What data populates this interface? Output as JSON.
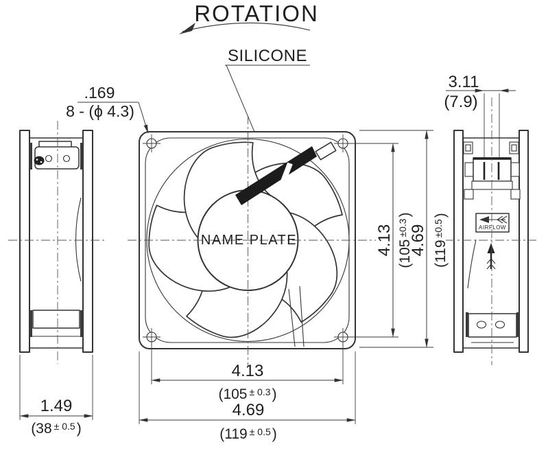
{
  "annotations": {
    "rotation_label": "ROTATION",
    "silicone_label": "SILICONE"
  },
  "front_view": {
    "name_plate": "NAME PLATE"
  },
  "right_view": {
    "airflow_label": "AIRFLOW"
  },
  "callouts": {
    "mounting_hole": {
      "inch": ".169",
      "detail": "8 - (ϕ 4.3)"
    },
    "terminal_pitch": {
      "inch": "3.11",
      "mm": "(7.9)"
    }
  },
  "dimensions": {
    "height_holes": {
      "inch": "4.13",
      "mm_open": "(105",
      "tol": "±0.3",
      "close": ")"
    },
    "height_frame": {
      "inch": "4.69",
      "mm_open": "(119",
      "tol": "±0.5",
      "close": ")"
    },
    "width_holes": {
      "inch": "4.13",
      "mm_open": "(105",
      "tol": "± 0.3",
      "close": ")"
    },
    "width_frame": {
      "inch": "4.69",
      "mm_open": "(119",
      "tol": "± 0.5",
      "close": ")"
    },
    "depth_frame": {
      "inch": "1.49",
      "mm_open": "(38",
      "tol": "± 0.5",
      "close": ")"
    }
  },
  "colors": {
    "line": "#333333",
    "background": "#ffffff",
    "silicone_fill": "#1c1c1c"
  }
}
